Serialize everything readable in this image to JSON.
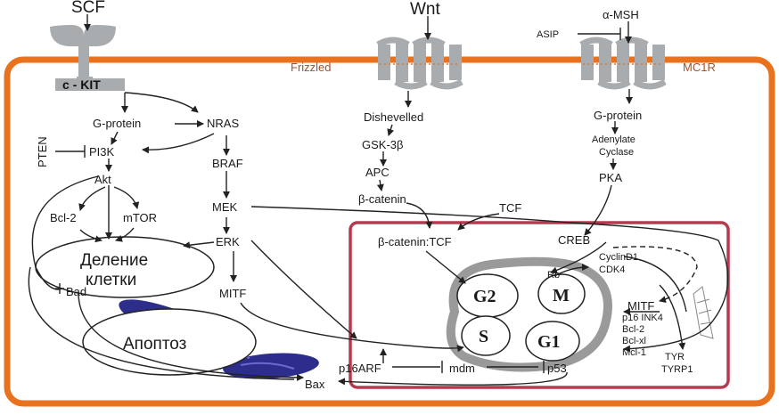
{
  "colors": {
    "cell_border": "#e9721f",
    "nucleus_border": "#b8394f",
    "receptor": "#a9acaf",
    "mitochondria": "#2d2d8c",
    "line": "#222222"
  },
  "inputs": {
    "scf": "SCF",
    "wnt": "Wnt",
    "msh": "α-MSH",
    "asip": "ASIP"
  },
  "receptors": {
    "ckit": "c - KIT",
    "frizzled": "Frizzled",
    "mc1r": "MC1R"
  },
  "kit_pathway": {
    "g_protein": "G-protein",
    "nras": "NRAS",
    "pten": "PTEN",
    "pi3k": "PI3K",
    "braf": "BRAF",
    "akt": "Akt",
    "mek": "MEK",
    "bcl2": "Bcl-2",
    "mtor": "mTOR",
    "erk": "ERK",
    "bad": "Bad",
    "mitf": "MITF"
  },
  "wnt_pathway": {
    "dishevelled": "Dishevelled",
    "gsk3b": "GSK-3β",
    "apc": "APC",
    "b_catenin": "β-catenin",
    "tcf": "TCF",
    "b_catenin_tcf": "β-catenin:TCF"
  },
  "mc1r_pathway": {
    "g_protein": "G-protein",
    "adenylate": "Adenylate",
    "cyclase": "Cyclase",
    "pka": "PKA",
    "creb": "CREB"
  },
  "outcomes": {
    "division_line1": "Деление",
    "division_line2": "клетки",
    "apoptosis": "Апоптоз"
  },
  "nucleus": {
    "cyclind1": "CyclinD1",
    "cdk4": "CDK4",
    "rb": "Rb",
    "mitf": "MITF",
    "targets": [
      "p16 INK4",
      "Bcl-2",
      "Bcl-xl",
      "Mcl-1"
    ],
    "tyr": "TYR",
    "tyrp1": "TYRP1",
    "p16arf": "p16ARF",
    "mdm": "mdm",
    "p53": "p53",
    "bax": "Bax"
  },
  "cell_cycle": [
    "G2",
    "M",
    "S",
    "G1"
  ]
}
